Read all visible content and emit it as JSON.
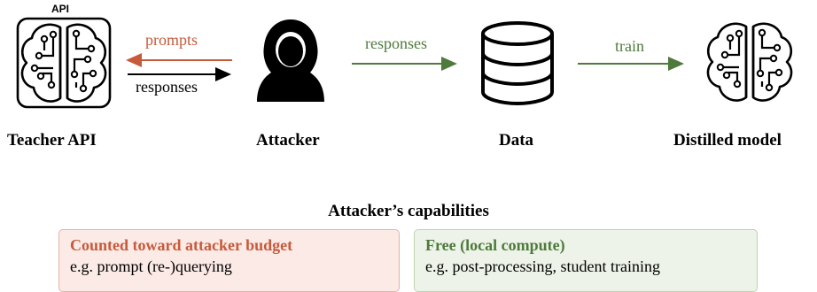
{
  "colors": {
    "red": "#c75a3a",
    "green": "#4e7a3b",
    "black": "#000000"
  },
  "nodes": {
    "teacher": {
      "tag": "API",
      "label": "Teacher API",
      "icon": "brain-circuit-icon"
    },
    "attacker": {
      "label": "Attacker",
      "icon": "hooded-hacker-icon"
    },
    "data": {
      "label": "Data",
      "icon": "database-icon"
    },
    "distilled": {
      "label": "Distilled model",
      "icon": "brain-circuit-icon"
    }
  },
  "edges": {
    "prompts": "prompts",
    "responses_back": "responses",
    "responses_forward": "responses",
    "train": "train"
  },
  "capabilities": {
    "title": "Attacker’s capabilities",
    "budget": {
      "title": "Counted toward attacker budget",
      "example": "e.g. prompt (re-)querying"
    },
    "free": {
      "title": "Free (local compute)",
      "example": "e.g. post-processing, student training"
    }
  }
}
